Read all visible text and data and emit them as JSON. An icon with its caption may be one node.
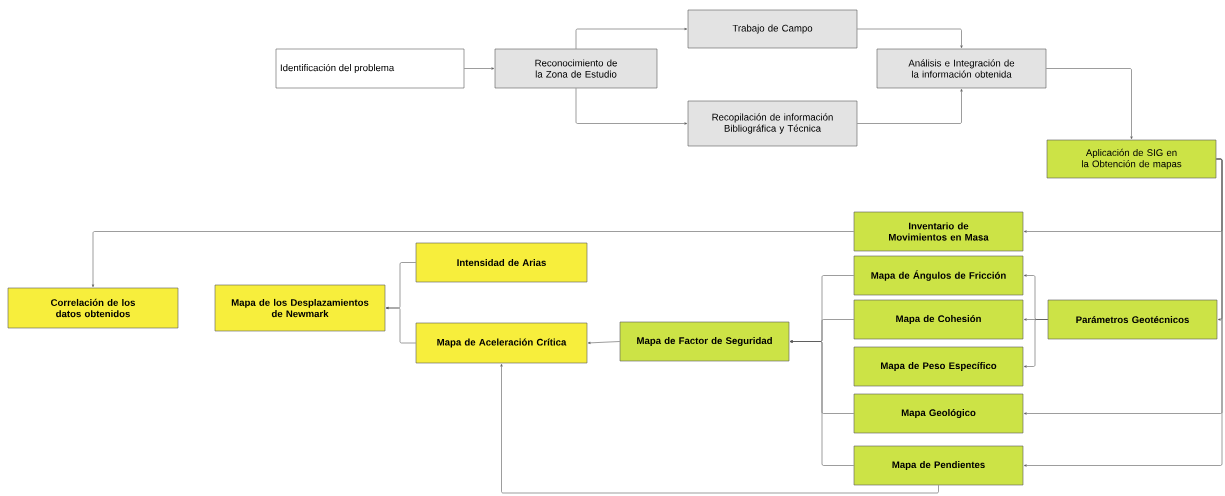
{
  "diagram": {
    "nodes": [
      {
        "text": [
          "Identificación del problema"
        ]
      },
      {
        "text": [
          "Reconocimiento de la Zona de Estudio"
        ]
      },
      {
        "text": [
          "Trabajo de Campo"
        ]
      },
      {
        "text": [
          "Recopilación de información Bibliográfica y Técnica"
        ]
      },
      {
        "text": [
          "Análisis e Integración de la información obtenida"
        ]
      },
      {
        "text": [
          "Aplicación de SIG en la Obtención de mapas"
        ]
      },
      {
        "text": [
          "Inventario de Movimientos en Masa"
        ]
      },
      {
        "text": [
          "Intensidad de Arias"
        ]
      },
      {
        "text": [
          "Correlación de los datos obtenidos"
        ]
      },
      {
        "text": [
          "Mapa de los Desplazamientos de Newmark"
        ]
      },
      {
        "text": [
          "Mapa de Factor de Seguridad"
        ]
      },
      {
        "text": [
          "Mapa de Aceleración Crítica"
        ]
      },
      {
        "text": [
          "Mapa de Ángulos de Fricción"
        ]
      },
      {
        "text": [
          "Mapa de Cohesión"
        ]
      },
      {
        "text": [
          "Mapa de Peso Específico"
        ]
      },
      {
        "text": [
          "Parámetros Geotécnicos"
        ]
      },
      {
        "text": [
          "Mapa Geológico"
        ]
      },
      {
        "text": [
          "Mapa de Pendientes"
        ]
      }
    ],
    "edges": [
      {
        "from": 0,
        "to": 1,
        "arrow": "to"
      },
      {
        "from": 1,
        "to": 2,
        "arrow": "to"
      },
      {
        "from": 1,
        "to": 3,
        "arrow": "to"
      },
      {
        "from": 2,
        "to": 4,
        "arrow": "to"
      },
      {
        "from": 3,
        "to": 4,
        "arrow": "to"
      },
      {
        "from": 4,
        "to": 5,
        "arrow": "to"
      },
      {
        "from": 5,
        "to": 6,
        "arrow": "to"
      },
      {
        "from": 5,
        "to": 15,
        "arrow": "to"
      },
      {
        "from": 5,
        "to": 16,
        "arrow": "to"
      },
      {
        "from": 5,
        "to": 17,
        "arrow": "to"
      },
      {
        "from": 6,
        "to": 8,
        "arrow": "to"
      },
      {
        "from": 7,
        "to": 9,
        "arrow": "to"
      },
      {
        "from": 11,
        "to": 9,
        "arrow": "to"
      },
      {
        "from": 10,
        "to": 11,
        "arrow": "to"
      },
      {
        "from": 12,
        "to": 10,
        "arrow": "to"
      },
      {
        "from": 13,
        "to": 10,
        "arrow": "to"
      },
      {
        "from": 16,
        "to": 10,
        "arrow": "to"
      },
      {
        "from": 17,
        "to": 10,
        "arrow": "to"
      },
      {
        "from": 15,
        "to": 12,
        "arrow": "to"
      },
      {
        "from": 15,
        "to": 13,
        "arrow": "to"
      },
      {
        "from": 15,
        "to": 14,
        "arrow": "to"
      },
      {
        "from": 17,
        "to": 11,
        "arrow": "to"
      }
    ]
  }
}
